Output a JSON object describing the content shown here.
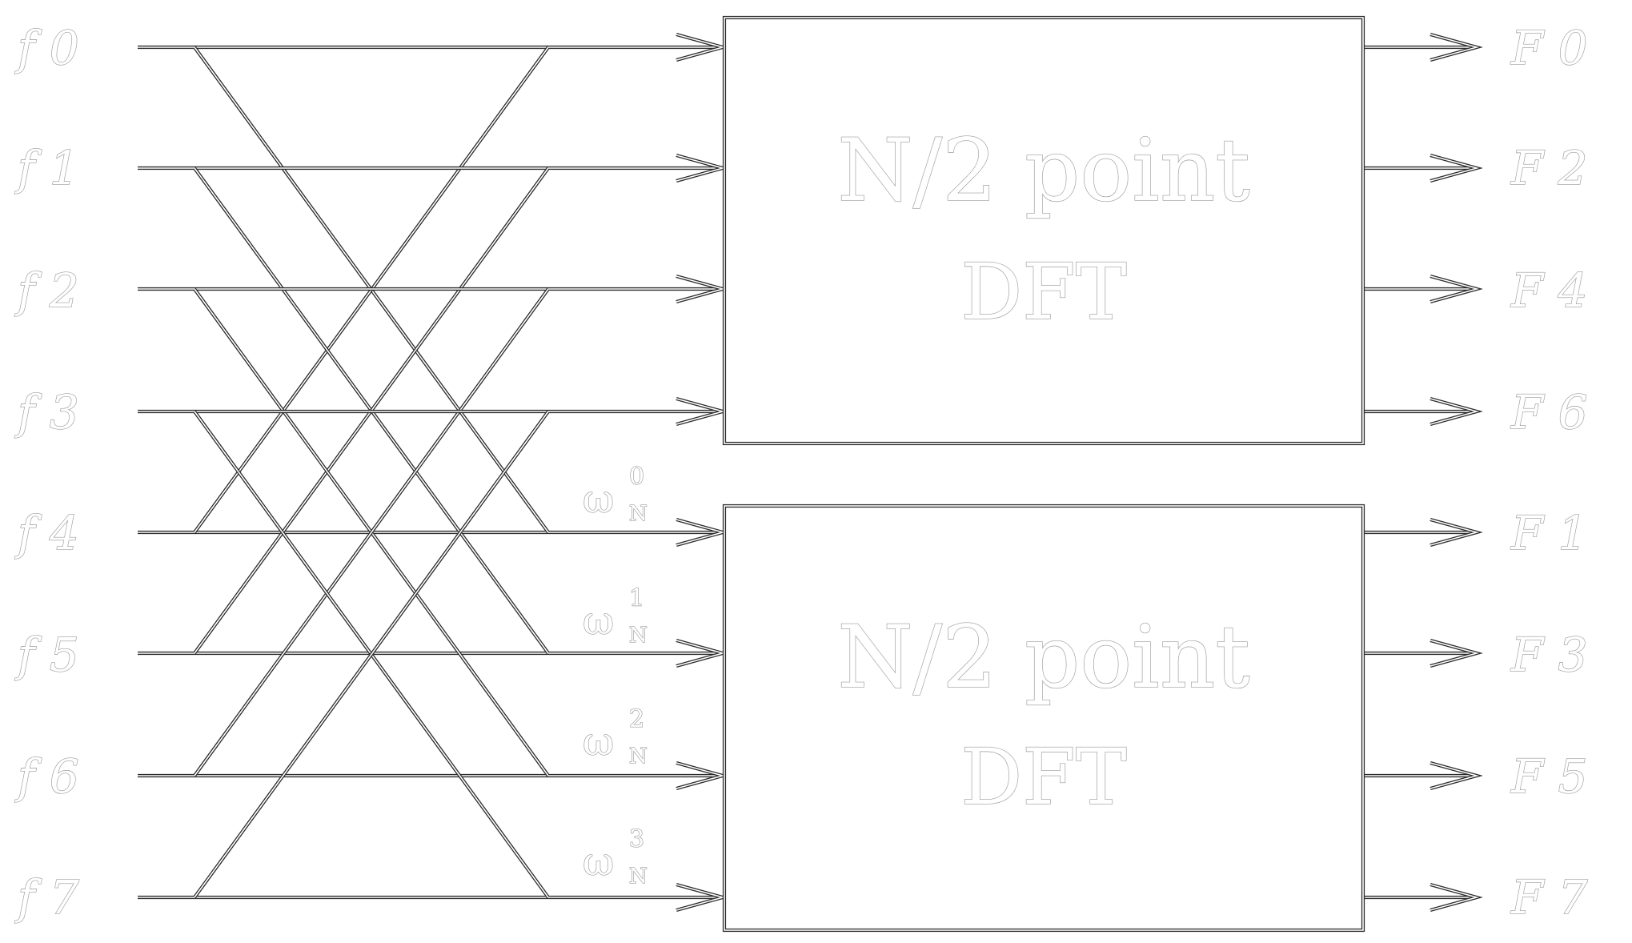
{
  "inputs": [
    "f 0",
    "f 1",
    "f 2",
    "f 3",
    "f 4",
    "f 5",
    "f 6",
    "f 7"
  ],
  "outputs": [
    "F 0",
    "F 2",
    "F 4",
    "F 6",
    "F 1",
    "F 3",
    "F 5",
    "F 7"
  ],
  "boxes": [
    {
      "title": "N/2 point",
      "subtitle": "DFT"
    },
    {
      "title": "N/2 point",
      "subtitle": "DFT"
    }
  ],
  "twiddles": [
    {
      "base": "ω",
      "sup": "0",
      "sub": "N"
    },
    {
      "base": "ω",
      "sup": "1",
      "sub": "N"
    },
    {
      "base": "ω",
      "sup": "2",
      "sub": "N"
    },
    {
      "base": "ω",
      "sup": "3",
      "sub": "N"
    }
  ],
  "colors": {
    "stroke": "#2b2b2b",
    "text_outline": "#9a9a9a",
    "background": "#ffffff"
  }
}
